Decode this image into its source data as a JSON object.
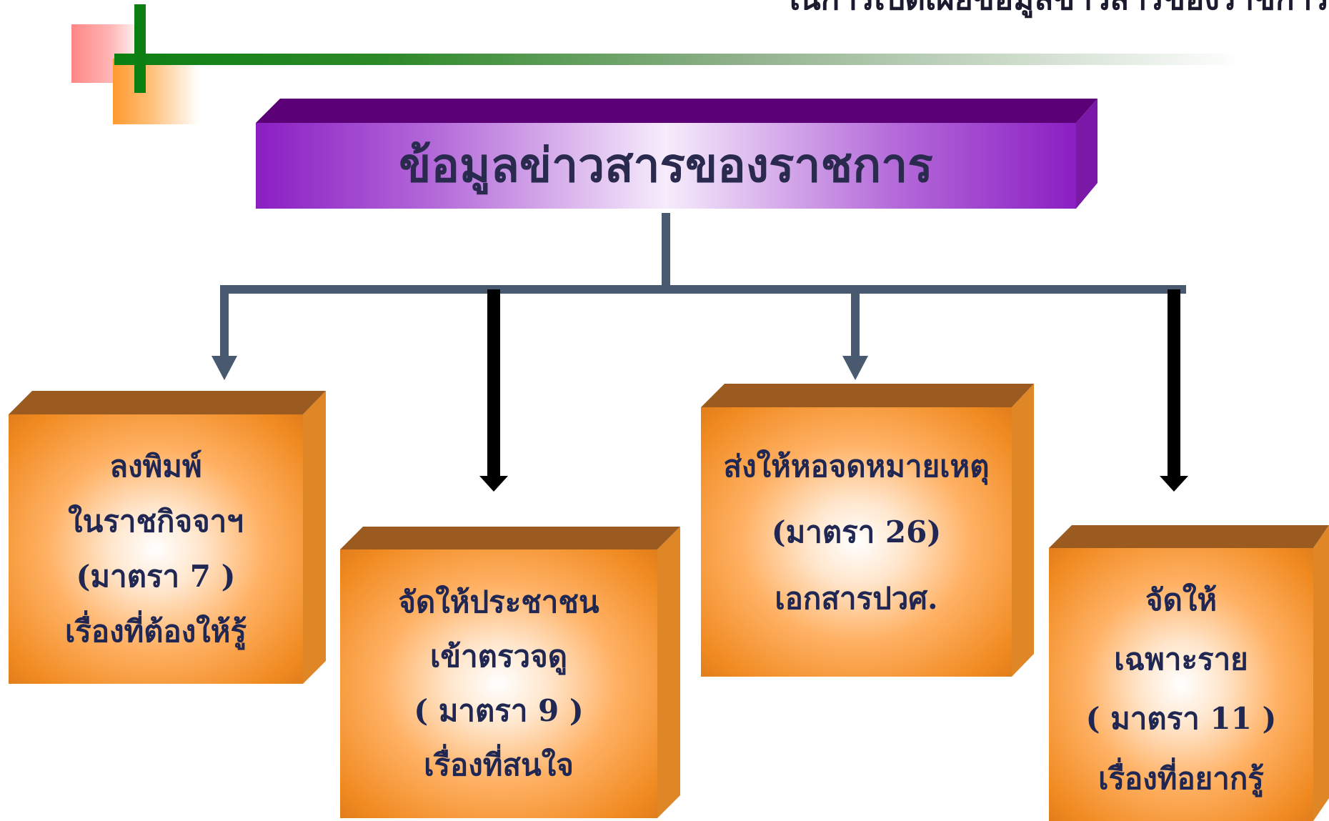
{
  "page": {
    "title": "ในการเปิดเผยข้อมูลข่าวสารของราชการ"
  },
  "root": {
    "label": "ข้อมูลข่าวสารของราชการ"
  },
  "boxes": [
    {
      "lines": [
        "ลงพิมพ์",
        "ในราชกิจจาฯ",
        "(มาตรา 7 )",
        "เรื่องที่ต้องให้รู้"
      ]
    },
    {
      "lines": [
        "จัดให้ประชาชน",
        "เข้าตรวจดู",
        "( มาตรา 9 )",
        "เรื่องที่สนใจ"
      ]
    },
    {
      "lines": [
        "ส่งให้หอจดหมายเหตุ",
        "(มาตรา 26)",
        "เอกสารปวศ."
      ]
    },
    {
      "lines": [
        "จัดให้",
        "เฉพาะราย",
        "( มาตรา 11 )",
        "เรื่องที่อยากรู้"
      ]
    }
  ],
  "colors": {
    "root_fill": "#8a1ec2",
    "box_fill": "#f08a20",
    "box_top": "#9a5a20",
    "connector_slate": "#495a70",
    "connector_black": "#000000",
    "ornament_green": "#0b7f12"
  }
}
